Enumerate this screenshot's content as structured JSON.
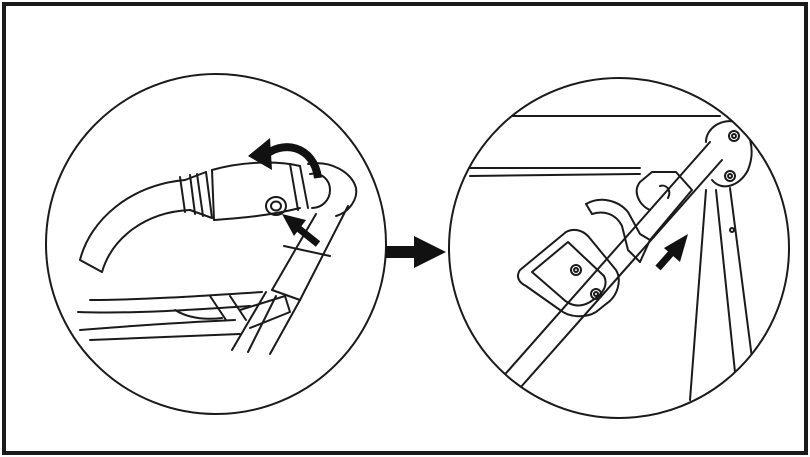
{
  "figure": {
    "panels": [
      {
        "id": "handlebar-detail",
        "arrows": [
          "rotate-arrow",
          "push-arrow"
        ]
      },
      {
        "id": "frame-latch-detail",
        "arrows": [
          "push-arrow"
        ]
      }
    ],
    "connector": "right-arrow"
  },
  "colors": {
    "ink": "#1a1a1a",
    "background": "#ffffff",
    "arrow": "#111111",
    "hatch": "#d8d8d8"
  }
}
